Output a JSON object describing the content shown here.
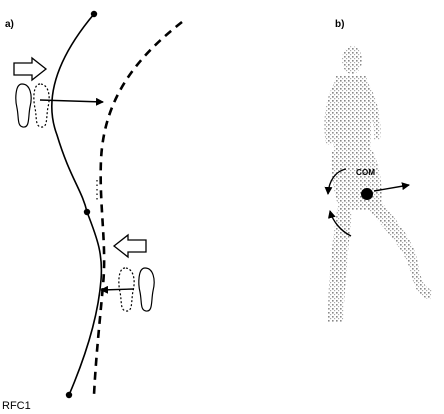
{
  "figure": {
    "panel_a_label": "a)",
    "panel_b_label": "b)",
    "trajectory_label": "RFC1",
    "com_label": "COM"
  },
  "colors": {
    "ink": "#000000",
    "figure_gray": "#9a9a9a",
    "background": "#ffffff"
  }
}
